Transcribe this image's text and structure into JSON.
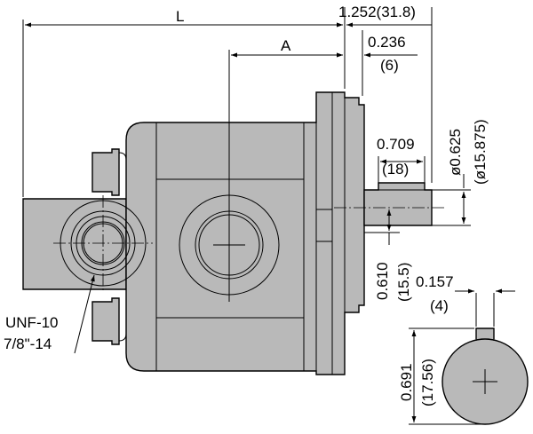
{
  "dimensions": {
    "overall_length": "L",
    "port_offset": "A",
    "shaft_projection": "1.252(31.8)",
    "pilot_depth_in": "0.236",
    "pilot_depth_mm": "(6)",
    "shaft_length_in": "0.709",
    "shaft_length_mm": "(18)",
    "shaft_dia_in": "ø0.625",
    "shaft_dia_mm": "(ø15.875)",
    "shaft_offset_in": "0.610",
    "shaft_offset_mm": "(15.5)",
    "key_width_in": "0.157",
    "key_width_mm": "(4)",
    "key_height_in": "0.691",
    "key_height_mm": "(17.56)"
  },
  "port_callout": {
    "line1": "UNF-10",
    "line2": "7/8\"-14"
  },
  "colors": {
    "body": "#b9b9b9",
    "line": "#000000"
  }
}
